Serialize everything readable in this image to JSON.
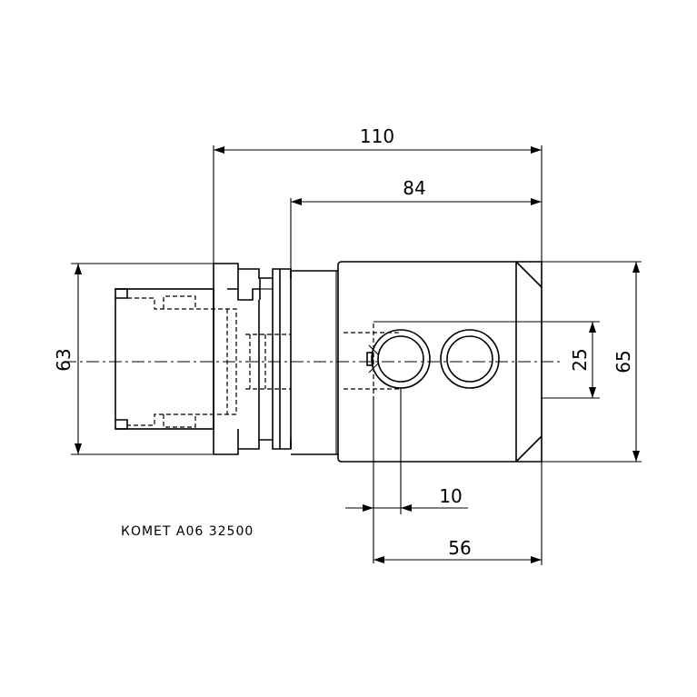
{
  "dimensions": {
    "overall_length": "110",
    "body_length": "84",
    "shank_diameter": "63",
    "body_height": "65",
    "port_spacing": "25",
    "port_offset": "10",
    "body_width": "56"
  },
  "caption": "КОМЕТ А06 32500"
}
